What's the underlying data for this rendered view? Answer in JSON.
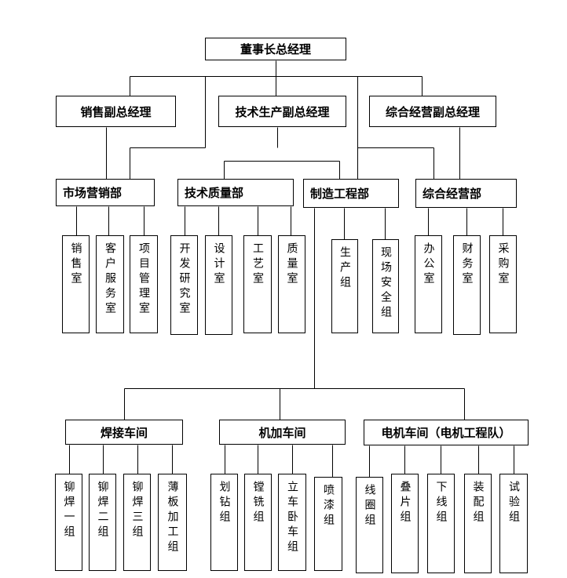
{
  "org": {
    "chairman": "董事长总经理",
    "vp_sales": "销售副总经理",
    "vp_tech": "技术生产副总经理",
    "vp_ops": "综合经营副总经理",
    "dept_marketing": "市场营销部",
    "dept_quality": "技术质量部",
    "dept_manufacturing": "制造工程部",
    "dept_general": "综合经营部",
    "unit_sales": "销售室",
    "unit_customer_service": "客户服务室",
    "unit_project": "项目管理室",
    "unit_rd": "开发研究室",
    "unit_design": "设计室",
    "unit_process": "工艺室",
    "unit_quality": "质量室",
    "unit_production": "生产组",
    "unit_safety": "现场安全组",
    "unit_office": "办公室",
    "unit_finance": "财务室",
    "unit_purchasing": "采购室",
    "shop_welding": "焊接车间",
    "shop_machining": "机加车间",
    "shop_motor": "电机车间（电机工程队）",
    "team_rivet1": "铆焊一组",
    "team_rivet2": "铆焊二组",
    "team_rivet3": "铆焊三组",
    "team_sheet": "薄板加工组",
    "team_scribe": "划钻组",
    "team_boring": "镗铣组",
    "team_lathe": "立车卧车组",
    "team_paint": "喷漆组",
    "team_coil": "线圈组",
    "team_lamination": "叠片组",
    "team_wiring": "下线组",
    "team_assembly": "装配组",
    "team_test": "试验组"
  }
}
